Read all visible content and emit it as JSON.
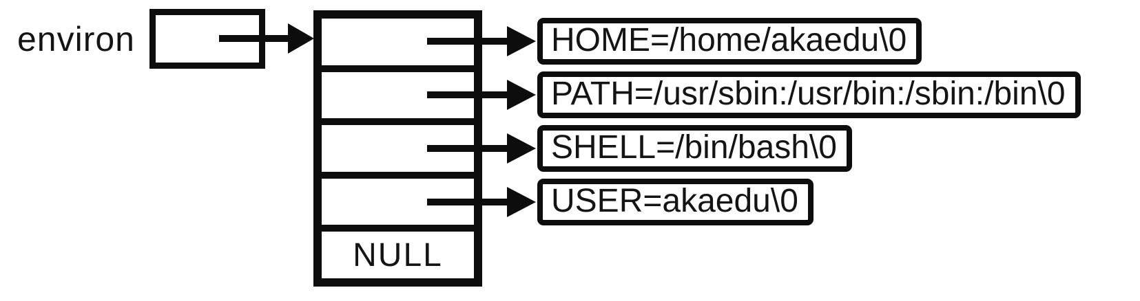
{
  "diagram": {
    "title_hint": "environ pointer to environment strings",
    "pointer": {
      "label": "environ"
    },
    "array": {
      "cell_count": 5,
      "null_label": "NULL"
    },
    "env_strings": [
      "HOME=/home/akaedu\\0",
      "PATH=/usr/sbin:/usr/bin:/sbin:/bin\\0",
      "SHELL=/bin/bash\\0",
      "USER=akaedu\\0"
    ],
    "colors": {
      "line": "#0d0d0d",
      "text": "#141414",
      "background": "#ffffff"
    }
  }
}
